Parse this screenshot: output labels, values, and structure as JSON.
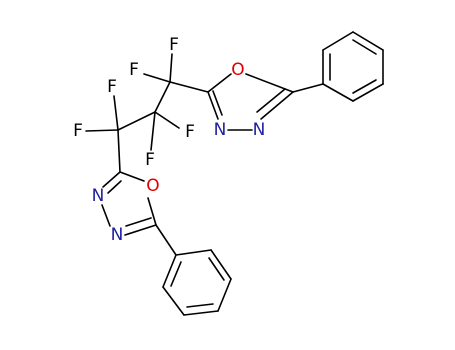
{
  "colors": {
    "background": "#ffffff",
    "bond": "#000000",
    "fluorine": "#000000",
    "oxygen": "#e00000",
    "nitrogen": "#2020a0"
  },
  "atom_labels": {
    "F": "F",
    "O": "O",
    "N": "N"
  }
}
